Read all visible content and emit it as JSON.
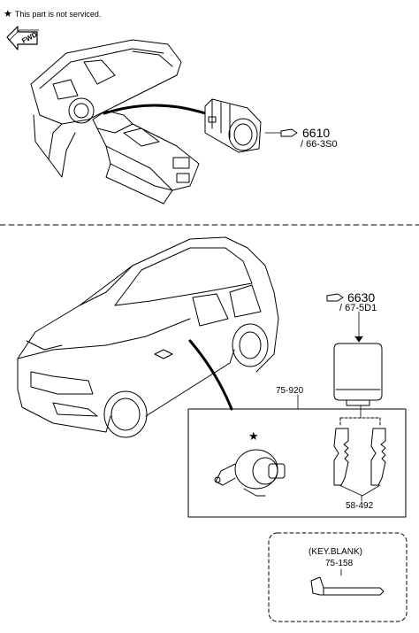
{
  "header": {
    "note_symbol": "★",
    "note_text": "This part is not serviced."
  },
  "fwd_label": "FWD",
  "parts": {
    "p6610": {
      "number": "6610",
      "ref": "/ 66-3S0"
    },
    "p6630": {
      "number": "6630",
      "ref": "/ 67-5D1"
    },
    "p75920": {
      "number": "75-920"
    },
    "p58492": {
      "number": "58-492"
    },
    "p75158": {
      "number": "75-158",
      "note": "(KEY.BLANK)"
    }
  },
  "unserviced_marker": "★",
  "colors": {
    "line": "#000000",
    "background": "#ffffff"
  }
}
